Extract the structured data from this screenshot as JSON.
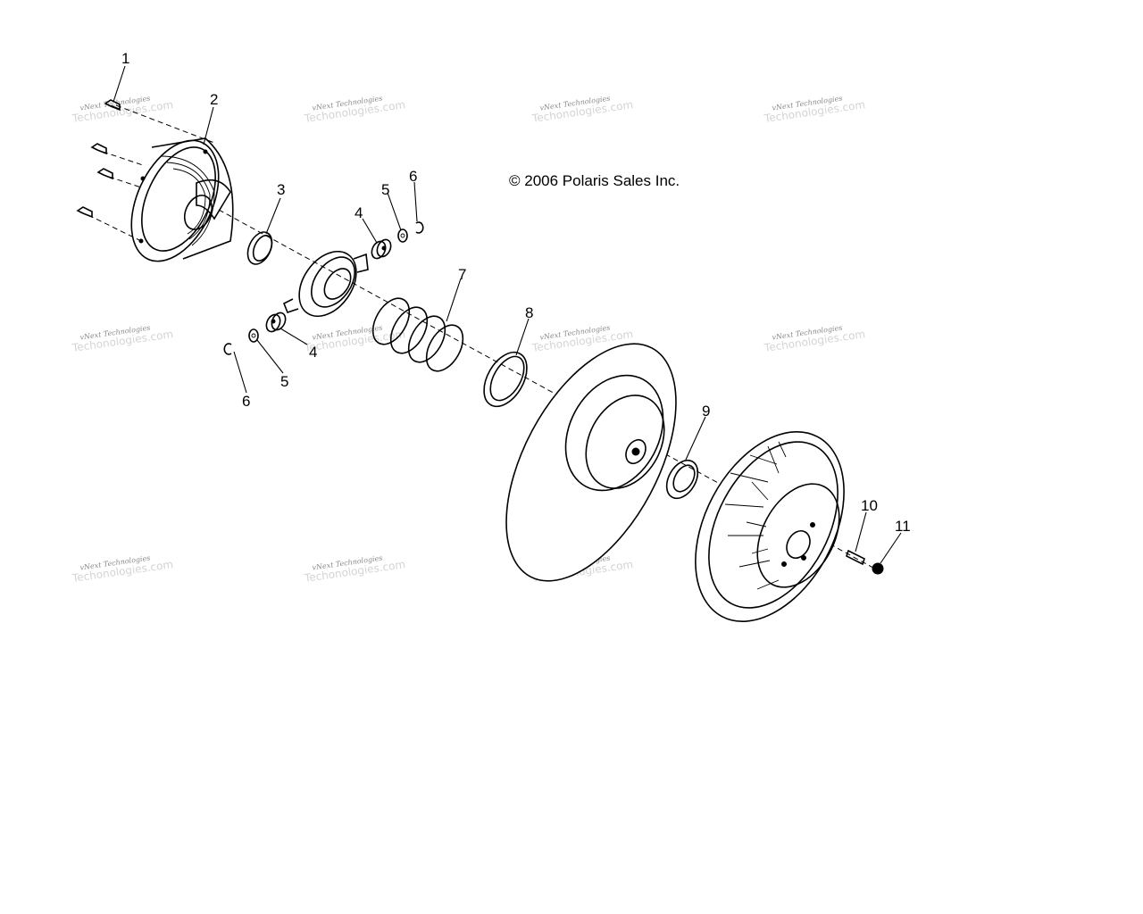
{
  "copyright": "© 2006 Polaris Sales Inc.",
  "watermark": {
    "line1": "vNext Technologies",
    "line2": "Techonologies.com"
  },
  "callouts": [
    "1",
    "2",
    "3",
    "4",
    "5",
    "6",
    "7",
    "8",
    "4",
    "5",
    "6",
    "9",
    "10",
    "11"
  ]
}
